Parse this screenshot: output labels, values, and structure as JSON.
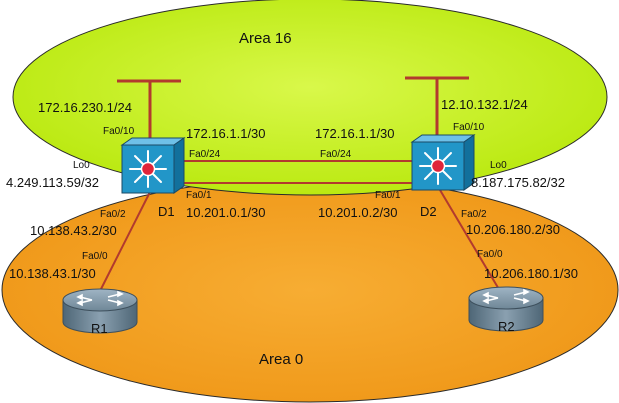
{
  "areas": {
    "area16": "Area 16",
    "area0": "Area 0"
  },
  "colors": {
    "area16_fill": "#c8f020",
    "area0_fill": "#f4a020",
    "link": "#b23a2e",
    "switch": "#1b8fc0"
  },
  "devices": {
    "d1": {
      "name": "D1",
      "icon": "multilayer-switch-icon"
    },
    "d2": {
      "name": "D2",
      "icon": "multilayer-switch-icon"
    },
    "r1": {
      "name": "R1",
      "icon": "router-icon"
    },
    "r2": {
      "name": "R2",
      "icon": "router-icon"
    }
  },
  "labels": {
    "d1_fa010_ip": "172.16.230.1/24",
    "d1_fa010": "Fa0/10",
    "d1_lo0": "Lo0",
    "d1_lo0_ip": "4.249.113.59/32",
    "d1_fa024_ip": "172.16.1.1/30",
    "d1_fa024": "Fa0/24",
    "d1_fa01": "Fa0/1",
    "d1_fa01_ip": "10.201.0.1/30",
    "d1_fa02": "Fa0/2",
    "d1_fa02_ip": "10.138.43.2/30",
    "r1_fa00": "Fa0/0",
    "r1_fa00_ip": "10.138.43.1/30",
    "d2_fa010_ip": "12.10.132.1/24",
    "d2_fa010": "Fa0/10",
    "d2_lo0": "Lo0",
    "d2_lo0_ip": "8.187.175.82/32",
    "d2_fa024_ip": "172.16.1.1/30",
    "d2_fa024": "Fa0/24",
    "d2_fa01": "Fa0/1",
    "d2_fa01_ip": "10.201.0.2/30",
    "d2_fa02": "Fa0/2",
    "d2_fa02_ip": "10.206.180.2/30",
    "r2_fa00": "Fa0/0",
    "r2_fa00_ip": "10.206.180.1/30"
  }
}
